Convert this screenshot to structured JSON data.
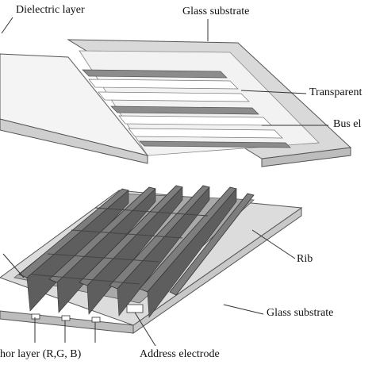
{
  "labels": {
    "dielectric_layer": "Dielectric layer",
    "glass_substrate_top": "Glass substrate",
    "transparent_electrode": "Transparent",
    "bus_electrode": "Bus el",
    "rib": "Rib",
    "glass_substrate_bottom": "Glass substrate",
    "phosphor_layer": "hor layer (R,G, B)",
    "address_electrode": "Address electrode"
  },
  "colors": {
    "glass": "#d9d9d9",
    "glass_edge": "#bdbdbd",
    "dielectric": "#f4f4f4",
    "bus_electrode": "#8c8c8c",
    "rib": "#7d7d7d",
    "rib_dark": "#5e5e5e",
    "line": "#333333"
  }
}
